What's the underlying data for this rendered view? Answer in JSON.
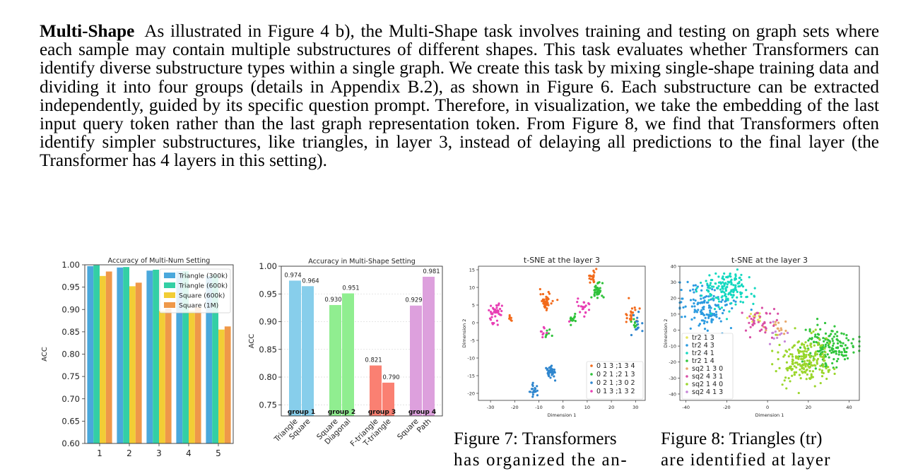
{
  "paragraph": {
    "heading": "Multi-Shape",
    "lines": [
      "As illustrated in Figure 4 b), the Multi-Shape task involves training and testing",
      "on graph sets where each sample may contain multiple substructures of different shapes. This",
      "task evaluates whether Transformers can identify diverse substructure types within a single graph.",
      "We create this task by mixing single-shape training data and dividing it into four groups (details",
      "in Appendix B.2), as shown in Figure 6. Each substructure can be extracted independently, guided",
      "by its specific question prompt. Therefore, in visualization, we take the embedding of the last input",
      "query token rather than the last graph representation token. From Figure 8, we find that Transformers",
      "often identify simpler substructures, like triangles, in layer 3, instead of delaying all predictions to",
      "the final layer (the Transformer has 4 layers in this setting)."
    ]
  },
  "chart_data": [
    {
      "type": "bar",
      "title": "Accuracy of Multi-Num Setting",
      "xlabel": "",
      "ylabel": "ACC",
      "ylim": [
        0.6,
        1.0
      ],
      "yticks": [
        "0.60",
        "0.65",
        "0.70",
        "0.75",
        "0.80",
        "0.85",
        "0.90",
        "0.95",
        "1.00"
      ],
      "categories": [
        "1",
        "2",
        "3",
        "4",
        "5"
      ],
      "legend_position": "top-right",
      "series": [
        {
          "name": "Triangle (300k)",
          "color": "#4aa8dc",
          "values": [
            0.997,
            0.994,
            0.987,
            0.985,
            0.975
          ]
        },
        {
          "name": "Triangle (600k)",
          "color": "#33cfa5",
          "values": [
            0.999,
            0.995,
            0.989,
            0.986,
            0.978
          ]
        },
        {
          "name": "Square (600k)",
          "color": "#f2cd35",
          "values": [
            0.975,
            0.952,
            0.897,
            0.897,
            0.855
          ]
        },
        {
          "name": "Square (1M)",
          "color": "#ef9849",
          "values": [
            0.985,
            0.96,
            0.902,
            0.905,
            0.862
          ]
        }
      ]
    },
    {
      "type": "bar",
      "title": "Accuracy in Multi-Shape Setting",
      "xlabel": "",
      "ylabel": "ACC",
      "ylim": [
        0.73,
        1.0
      ],
      "yticks": [
        "0.75",
        "0.80",
        "0.85",
        "0.90",
        "0.95",
        "1.00"
      ],
      "categories": [
        "Triangle",
        "Square",
        "Square",
        "Diagonal",
        "F-triangle",
        "T-triangle",
        "Square",
        "Path"
      ],
      "values": [
        0.974,
        0.964,
        0.93,
        0.951,
        0.821,
        0.79,
        0.929,
        0.981
      ],
      "value_labels": [
        "0.974",
        "0.964",
        "0.930",
        "0.951",
        "0.821",
        "0.790",
        "0.929",
        "0.981"
      ],
      "colors": [
        "#87ceeb",
        "#87ceeb",
        "#90ee90",
        "#90ee90",
        "#fa8072",
        "#fa8072",
        "#dda0dd",
        "#dda0dd"
      ],
      "groups": [
        "group 1",
        "group 2",
        "group 3",
        "group 4"
      ]
    },
    {
      "type": "scatter",
      "title": "t-SNE at the layer 3",
      "xlabel": "Dimension 1",
      "ylabel": "Dimension 2",
      "xlim": [
        -35,
        34
      ],
      "ylim": [
        -22,
        16
      ],
      "xticks": [
        "-30",
        "-20",
        "-10",
        "0",
        "10",
        "20",
        "30"
      ],
      "yticks": [
        "15",
        "10",
        "5",
        "0",
        "-5",
        "-10",
        "-15",
        "-20"
      ],
      "legend_position": "bottom-right",
      "series": [
        {
          "name": "0 1 3 ;1 3 4",
          "color": "#f26a1b",
          "clusters": [
            [
              -7,
              6,
              1.2,
              40
            ],
            [
              12,
              13,
              1.0,
              20
            ],
            [
              28,
              2,
              1.5,
              20
            ],
            [
              -22,
              1,
              0.8,
              6
            ]
          ]
        },
        {
          "name": "0 2 1 ;2 1 3",
          "color": "#2ec23a",
          "clusters": [
            [
              14,
              9,
              1.2,
              35
            ],
            [
              -6,
              -3,
              0.8,
              10
            ],
            [
              4,
              1,
              1,
              12
            ],
            [
              30,
              0,
              0.8,
              8
            ]
          ]
        },
        {
          "name": "0 2 1 ;3 0 2",
          "color": "#2f86ce",
          "clusters": [
            [
              -5,
              -14,
              1.0,
              35
            ],
            [
              -12,
              -19,
              0.8,
              20
            ],
            [
              31,
              0,
              1.0,
              15
            ]
          ]
        },
        {
          "name": "0 1 3 ;1 3 2",
          "color": "#e83fb4",
          "clusters": [
            [
              -28,
              3,
              1.5,
              40
            ],
            [
              9,
              4,
              1.5,
              20
            ],
            [
              -8,
              -2,
              0.8,
              8
            ]
          ]
        }
      ]
    },
    {
      "type": "scatter",
      "title": "t-SNE at the layer 3",
      "xlabel": "Dimension 1",
      "ylabel": "Dimension 2",
      "xlim": [
        -43,
        45
      ],
      "ylim": [
        -44,
        40
      ],
      "xticks": [
        "-40",
        "-20",
        "0",
        "20",
        "40"
      ],
      "yticks": [
        "40",
        "30",
        "20",
        "10",
        "0",
        "-10",
        "-20",
        "-30",
        "-40"
      ],
      "legend_position": "bottom-left",
      "series": [
        {
          "name": "tr2 1 3",
          "color": "#e5e55a",
          "clusters": [
            [
              -6,
              8,
              2,
              12
            ]
          ]
        },
        {
          "name": "tr2 4 3",
          "color": "#2c9be0",
          "clusters": [
            [
              -30,
              14,
              7,
              140
            ]
          ]
        },
        {
          "name": "tr2 4 1",
          "color": "#15d8c0",
          "clusters": [
            [
              -20,
              26,
              6,
              150
            ]
          ]
        },
        {
          "name": "tr2 1 4",
          "color": "#31c53c",
          "clusters": [
            [
              30,
              -10,
              6,
              160
            ]
          ]
        },
        {
          "name": "sq2 1 3 0",
          "color": "#e8a86a",
          "clusters": [
            [
              4,
              2,
              3,
              15
            ]
          ]
        },
        {
          "name": "sq2 4 3 1",
          "color": "#d94fa5",
          "clusters": [
            [
              -4,
              6,
              4,
              40
            ]
          ]
        },
        {
          "name": "sq2 1 4 0",
          "color": "#9bd62c",
          "clusters": [
            [
              18,
              -20,
              7,
              200
            ]
          ]
        },
        {
          "name": "sq2 4 1 3",
          "color": "#c785d8",
          "clusters": [
            [
              6,
              -2,
              3,
              12
            ]
          ]
        }
      ]
    }
  ],
  "captions": {
    "fig7_line1": "Figure 7: Transformers",
    "fig7_line2": "has organized the an-",
    "fig8_line1": "Figure 8: Triangles (tr)",
    "fig8_line2": "are identified at layer"
  }
}
